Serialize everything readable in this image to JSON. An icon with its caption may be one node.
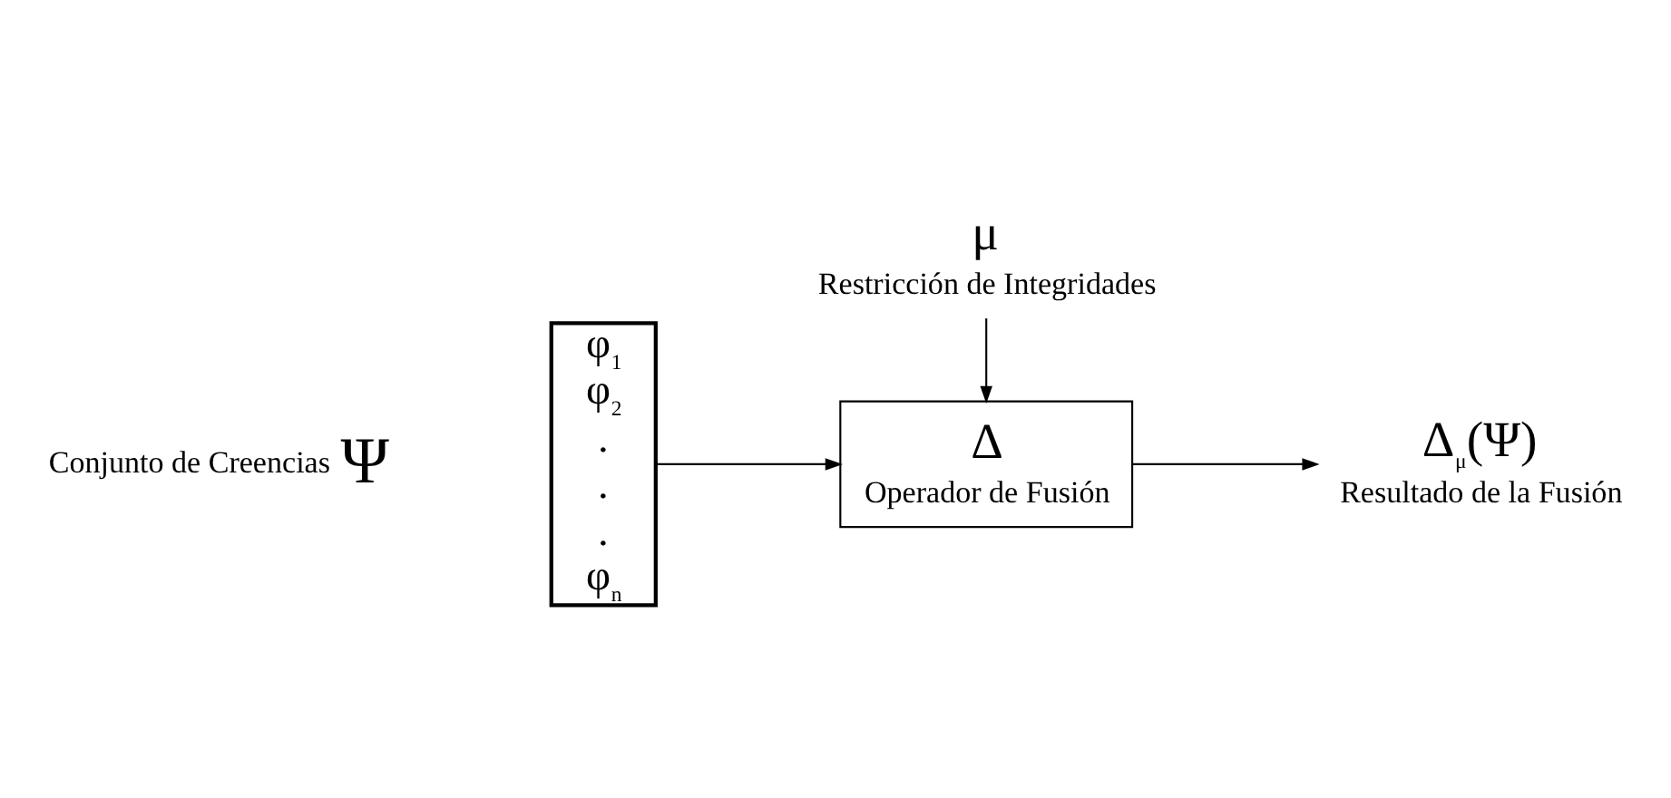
{
  "diagram": {
    "nodes": [
      {
        "text": [
          "φ$_{1}$",
          "φ$_{2}$",
          ".",
          ".",
          ".",
          "φ$_{n}$"
        ],
        "beside": [
          "Conjunto de Creencias",
          "Ψ"
        ]
      },
      {
        "text": [
          "Δ",
          "Operador de Fusión"
        ]
      },
      {
        "text": [
          "μ",
          "Restricción de Integridades"
        ]
      },
      {
        "text": [
          "Δ$_{μ}$(Ψ)",
          "Resultado de la Fusión"
        ]
      }
    ],
    "edges": [
      {
        "from": 0,
        "to": 1,
        "arrow": "to"
      },
      {
        "from": 2,
        "to": 1,
        "arrow": "to"
      },
      {
        "from": 1,
        "to": 3,
        "arrow": "to"
      }
    ]
  }
}
